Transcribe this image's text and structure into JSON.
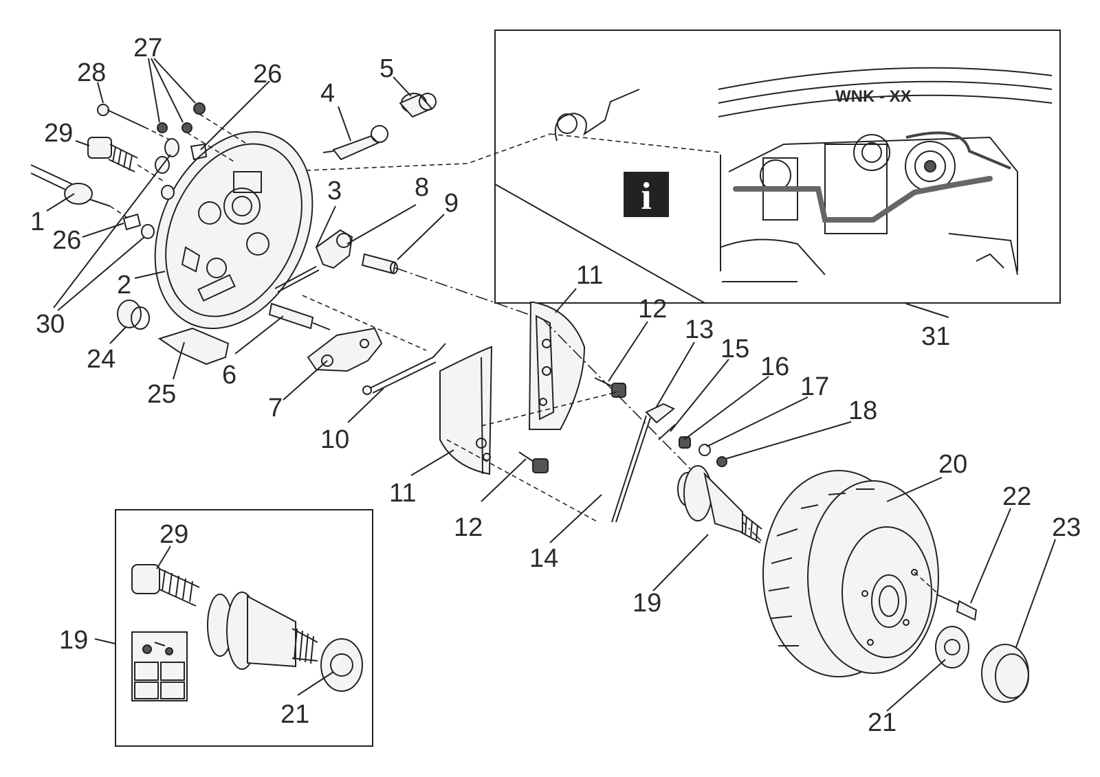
{
  "inset_wnk": {
    "marking": "WNK - XX",
    "info_symbol": "i"
  },
  "info_icon": "info-icon",
  "callouts": [
    {
      "id": "c1",
      "text": "1"
    },
    {
      "id": "c2",
      "text": "2"
    },
    {
      "id": "c3",
      "text": "3"
    },
    {
      "id": "c4",
      "text": "4"
    },
    {
      "id": "c5",
      "text": "5"
    },
    {
      "id": "c6",
      "text": "6"
    },
    {
      "id": "c7",
      "text": "7"
    },
    {
      "id": "c8",
      "text": "8"
    },
    {
      "id": "c9",
      "text": "9"
    },
    {
      "id": "c10",
      "text": "10"
    },
    {
      "id": "c11a",
      "text": "11"
    },
    {
      "id": "c11b",
      "text": "11"
    },
    {
      "id": "c12a",
      "text": "12"
    },
    {
      "id": "c12b",
      "text": "12"
    },
    {
      "id": "c13",
      "text": "13"
    },
    {
      "id": "c14",
      "text": "14"
    },
    {
      "id": "c15",
      "text": "15"
    },
    {
      "id": "c16",
      "text": "16"
    },
    {
      "id": "c17",
      "text": "17"
    },
    {
      "id": "c18",
      "text": "18"
    },
    {
      "id": "c19a",
      "text": "19"
    },
    {
      "id": "c19b",
      "text": "19"
    },
    {
      "id": "c20",
      "text": "20"
    },
    {
      "id": "c21a",
      "text": "21"
    },
    {
      "id": "c21b",
      "text": "21"
    },
    {
      "id": "c22",
      "text": "22"
    },
    {
      "id": "c23",
      "text": "23"
    },
    {
      "id": "c24",
      "text": "24"
    },
    {
      "id": "c25",
      "text": "25"
    },
    {
      "id": "c26a",
      "text": "26"
    },
    {
      "id": "c26b",
      "text": "26"
    },
    {
      "id": "c27",
      "text": "27"
    },
    {
      "id": "c28",
      "text": "28"
    },
    {
      "id": "c29a",
      "text": "29"
    },
    {
      "id": "c29b",
      "text": "29"
    },
    {
      "id": "c30",
      "text": "30"
    },
    {
      "id": "c31",
      "text": "31"
    }
  ]
}
